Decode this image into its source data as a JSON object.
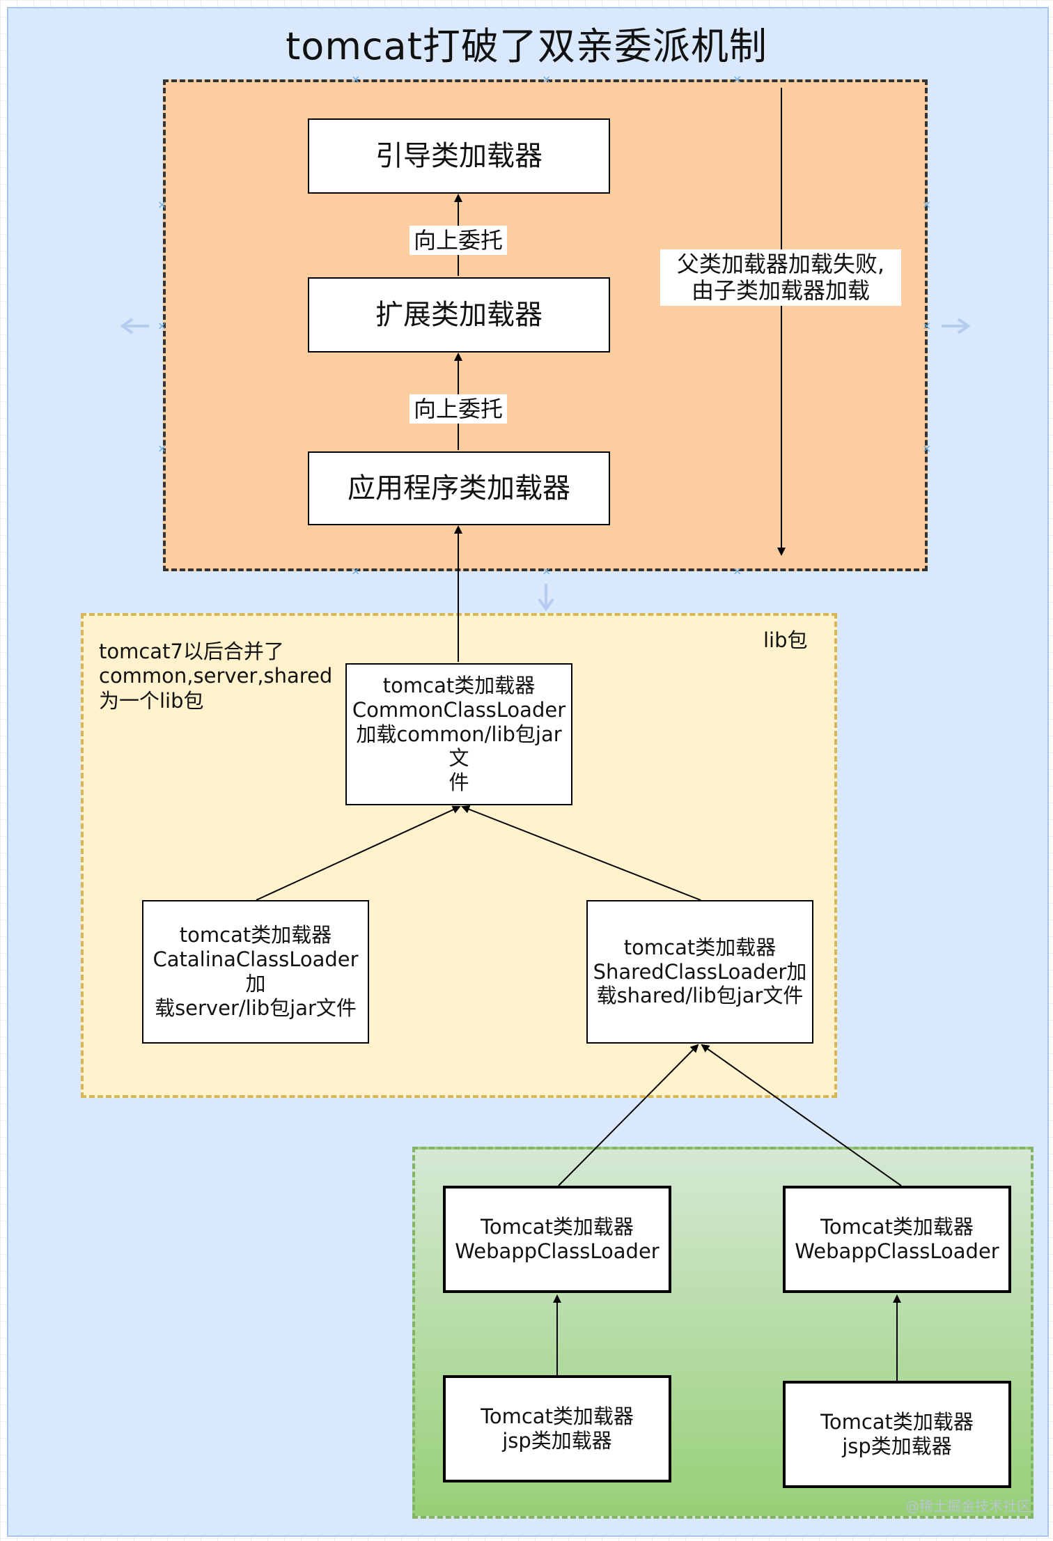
{
  "title": "tomcat打破了双亲委派机制",
  "colors": {
    "canvas": "#dae8fc",
    "parent_region": "#fbcd9f",
    "lib_region": "#fff2cc",
    "webapp_region": "#d5e8d4",
    "box_fill": "#ffffff",
    "stroke": "#000000"
  },
  "boxes": {
    "bootstrap": "引导类加载器",
    "extension": "扩展类加载器",
    "application": "应用程序类加载器",
    "common": "tomcat类加载器\nCommonClassLoader\n加载common/lib包jar文\n件",
    "catalina": "tomcat类加载器\nCatalinaClassLoader加\n载server/lib包jar文件",
    "shared": "tomcat类加载器\nSharedClassLoader加\n载shared/lib包jar文件",
    "webapp_left": "Tomcat类加载器\nWebappClassLoader",
    "webapp_right": "Tomcat类加载器\nWebappClassLoader",
    "jsp_left": "Tomcat类加载器\njsp类加载器",
    "jsp_right": "Tomcat类加载器\njsp类加载器"
  },
  "labels": {
    "delegate_up_1": "向上委托",
    "delegate_up_2": "向上委托",
    "fallback": "父类加载器加载失败,\n由子类加载器加载"
  },
  "notes": {
    "lib_merge": "tomcat7以后合并了\ncommon,server,shared\n为一个lib包",
    "lib_tag": "lib包"
  },
  "watermark": "@稀土掘金技术社区"
}
